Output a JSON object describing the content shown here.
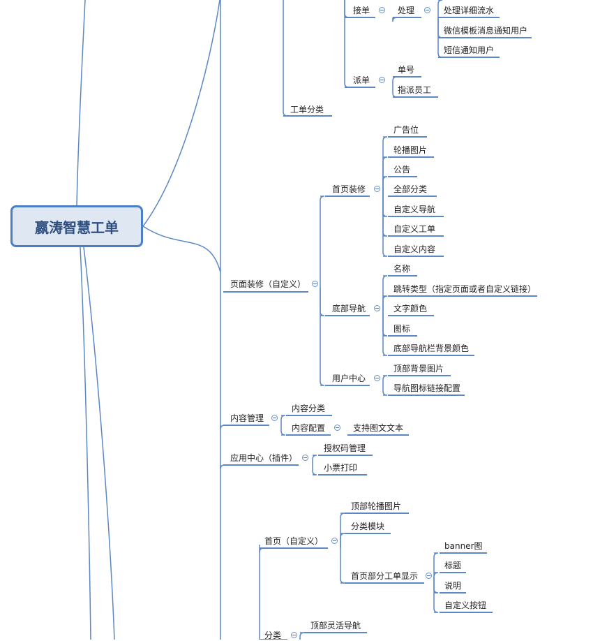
{
  "colors": {
    "line": "#5b87c5",
    "root_border": "#4a7ec5",
    "root_fill": "#dfe7f3",
    "text": "#222222"
  },
  "root": {
    "label": "嬴涛智慧工单"
  },
  "nodes": {
    "jiedan": "接单",
    "chuli": "处理",
    "chuli_detail": "处理详细流水",
    "wechat_notify": "微信模板消息通知用户",
    "sms_notify": "短信通知用户",
    "paidan": "派单",
    "danhao": "单号",
    "assign_staff": "指派员工",
    "order_category": "工单分类",
    "page_decor": "页面装修（自定义）",
    "home_decor": "首页装修",
    "ad_slot": "广告位",
    "carousel": "轮播图片",
    "notice": "公告",
    "all_categories": "全部分类",
    "custom_nav": "自定义导航",
    "custom_order": "自定义工单",
    "custom_content": "自定义内容",
    "bottom_nav": "底部导航",
    "name": "名称",
    "jump_type": "跳转类型（指定页面或者自定义链接）",
    "text_color": "文字颜色",
    "icon": "图标",
    "bottom_bar_bg": "底部导航栏背景颜色",
    "user_center": "用户中心",
    "top_bg_image": "顶部背景图片",
    "nav_icon_link": "导航图标链接配置",
    "content_mgmt": "内容管理",
    "content_category": "内容分类",
    "content_config": "内容配置",
    "rich_text": "支持图文文本",
    "app_center": "应用中心（插件）",
    "auth_code": "授权码管理",
    "receipt_print": "小票打印",
    "home_custom": "首页（自定义）",
    "top_carousel": "顶部轮播图片",
    "category_module": "分类模块",
    "home_partial_orders": "首页部分工单显示",
    "banner": "banner图",
    "title": "标题",
    "desc": "说明",
    "custom_button": "自定义按钮",
    "fenlei": "分类",
    "top_flex_nav": "顶部灵活导航"
  }
}
